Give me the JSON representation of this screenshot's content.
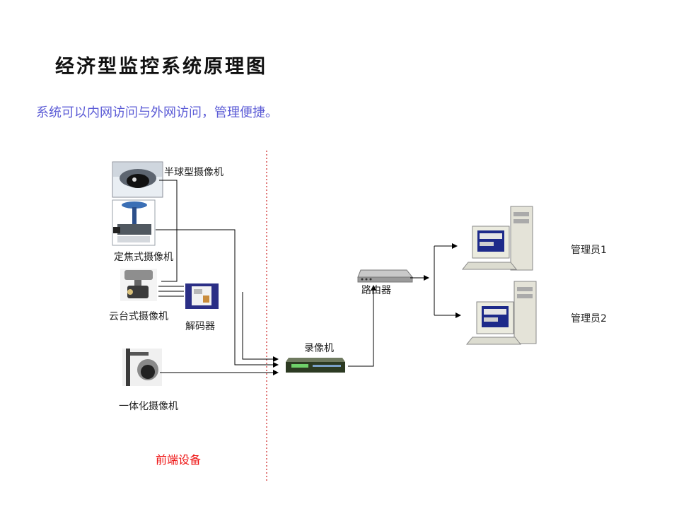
{
  "title": "经济型监控系统原理图",
  "subtitle": "系统可以内网访问与外网访问，管理便捷。",
  "devices": {
    "dome_camera": "半球型摄像机",
    "fixed_camera": "定焦式摄像机",
    "ptz_camera": "云台式摄像机",
    "decoder": "解码器",
    "integrated_camera": "一体化摄像机",
    "recorder": "录像机",
    "router": "路由器",
    "admin1": "管理员1",
    "admin2": "管理员2"
  },
  "zone_label": "前端设备",
  "colors": {
    "subtitle": "#5b5bd6",
    "zone_label": "#ee1111",
    "divider": "#cc2222"
  },
  "icons": [
    "dome-camera-icon",
    "fixed-camera-icon",
    "ptz-camera-icon",
    "decoder-icon",
    "integrated-camera-icon",
    "recorder-icon",
    "router-icon",
    "computer-icon"
  ]
}
